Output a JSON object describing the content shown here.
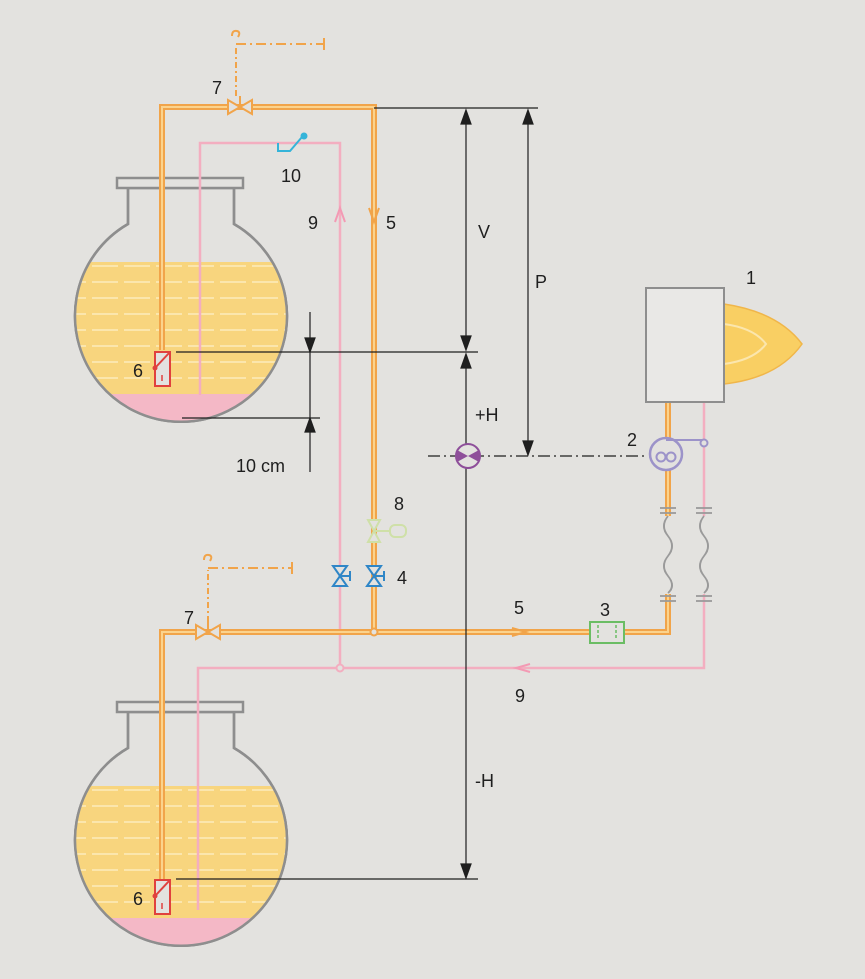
{
  "colors": {
    "background": "#e3e2df",
    "supply": "#f1a44a",
    "supply_core": "#fbd38d",
    "return": "#f3aec0",
    "oil": "#f8d57e",
    "oil_line": "#fbe6ad",
    "sludge": "#f4b8c6",
    "tank_outline": "#8e8e8e",
    "valve_blue": "#2f86c7",
    "check_valve": "#35b4d9",
    "pump_purple": "#9c93c9",
    "marker_purple": "#8e4f9a",
    "filter_green": "#6bbd64",
    "valve8_green": "#cfe0a8",
    "foot_valve_red": "#e0413e",
    "flame": "#f9cf63",
    "burner": "#e9e8e6",
    "dim_line": "#1f1f1f"
  },
  "components": {
    "burner": "1",
    "pump": "2",
    "filter": "3",
    "shutoff_valves": "4",
    "supply_flow_top": "5",
    "supply_flow_bottom": "5",
    "foot_valve_top": "6",
    "foot_valve_bottom": "6",
    "vent_valve_top": "7",
    "vent_valve_bottom": "7",
    "valve_8": "8",
    "return_flow_top": "9",
    "return_flow_bottom": "9",
    "check_valve": "10"
  },
  "dimensions": {
    "v": "V",
    "p": "P",
    "plus_h": "+H",
    "minus_h": "-H",
    "clearance": "10 cm"
  },
  "icons": {
    "flame": "flame-icon",
    "pump": "pump-icon",
    "filter": "filter-icon",
    "gate_valve": "valve-icon",
    "check_valve": "check-valve-icon",
    "foot_valve": "foot-valve-icon",
    "hose": "flexible-hose-icon",
    "level_marker": "level-marker-icon"
  }
}
